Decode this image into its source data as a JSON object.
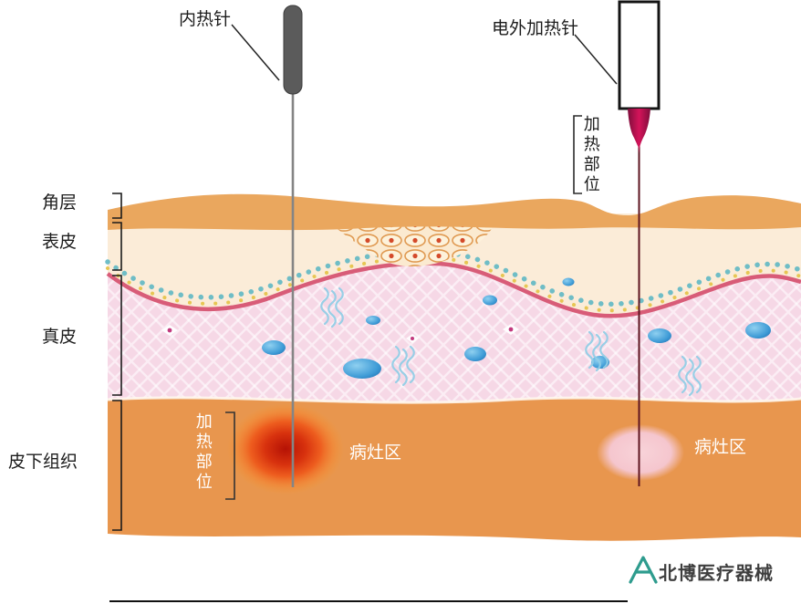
{
  "needle_labels": {
    "internal": "内热针",
    "external": "电外加热针"
  },
  "annotations": {
    "heating_part_external": "加热部位",
    "heating_part_internal": "加热部位",
    "lesion_area_internal": "病灶区",
    "lesion_area_external": "病灶区"
  },
  "layers": [
    {
      "label": "角层"
    },
    {
      "label": "表皮"
    },
    {
      "label": "真皮"
    },
    {
      "label": "皮下组织"
    }
  ],
  "logo": {
    "text": "北博医疗器械"
  },
  "colors": {
    "stratum_corneum": "#EAA75E",
    "epidermis": "#FBECD8",
    "dermis": "#F6D8E6",
    "membrane": "#D85C78",
    "subcutis": "#E8964E",
    "needle_gray": "#5B5B5B",
    "hub_crimson": "#C2185B",
    "lesion_pale": "#F6CBD2",
    "logo_teal": "#2E9C8E"
  }
}
